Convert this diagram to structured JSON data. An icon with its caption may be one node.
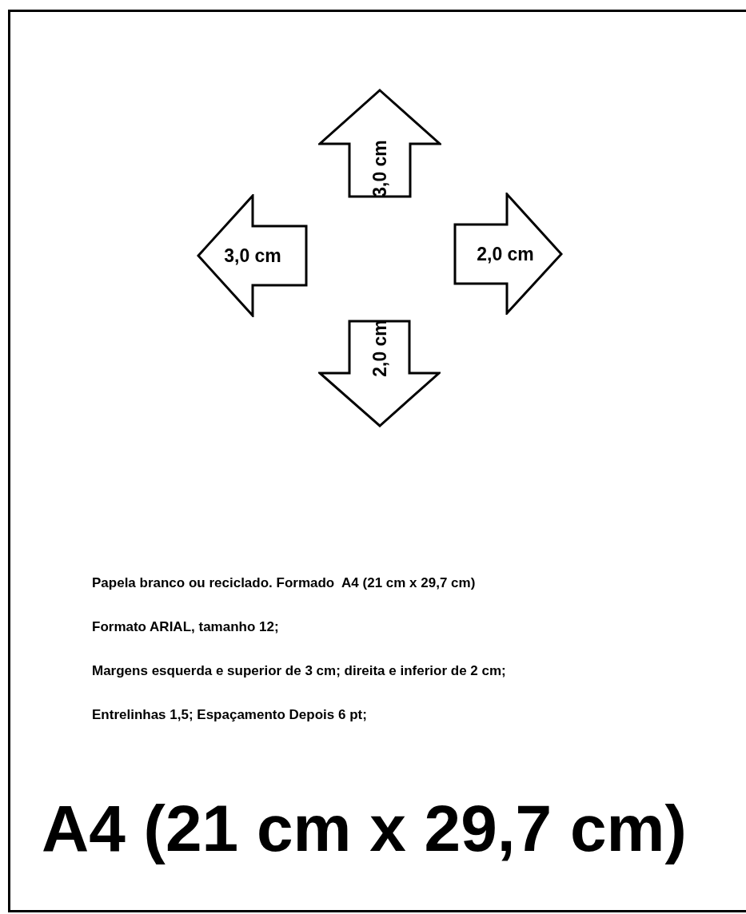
{
  "diagram": {
    "nodes": [
      {
        "text": [
          "3,0 cm"
        ]
      },
      {
        "text": [
          "3,0 cm"
        ]
      },
      {
        "text": [
          "2,0 cm"
        ]
      },
      {
        "text": [
          "2,0 cm"
        ]
      }
    ],
    "labels": [
      "Papela branco ou reciclado. Formado  A4 (21 cm x 29,7 cm)",
      "Formato ARIAL, tamanho 12;",
      "Margens esquerda e superior de 3 cm; direita e inferior de 2 cm;",
      "Entrelinhas 1,5; Espaçamento Depois 6 pt;",
      "A4 (21 cm x 29,7 cm)"
    ]
  }
}
